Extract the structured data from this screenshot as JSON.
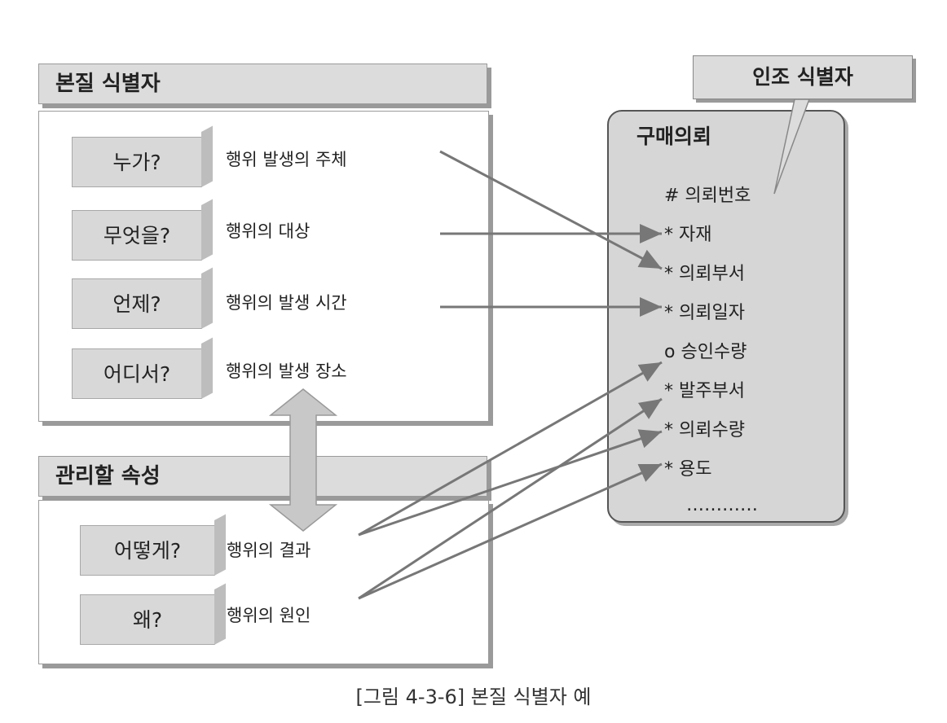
{
  "panels": {
    "essential": {
      "title": "본질 식별자"
    },
    "managed": {
      "title": "관리할 속성"
    }
  },
  "essential_rows": [
    {
      "question": "누가?",
      "desc": "행위 발생의 주체"
    },
    {
      "question": "무엇을?",
      "desc": "행위의 대상"
    },
    {
      "question": "언제?",
      "desc": "행위의 발생 시간"
    },
    {
      "question": "어디서?",
      "desc": "행위의 발생 장소"
    }
  ],
  "managed_rows": [
    {
      "question": "어떻게?",
      "desc": "행위의 결과"
    },
    {
      "question": "왜?",
      "desc": "행위의 원인"
    }
  ],
  "entity": {
    "title": "구매의뢰",
    "attributes": [
      "# 의뢰번호",
      "* 자재",
      "* 의뢰부서",
      "* 의뢰일자",
      "o 승인수량",
      "* 발주부서",
      "* 의뢰수량",
      "* 용도",
      "…………"
    ]
  },
  "callout": {
    "label": "인조 식별자"
  },
  "caption": "[그림 4-3-6] 본질 식별자 예",
  "colors": {
    "block": "#d8d8d8",
    "arrow": "#777777",
    "entity": "#d6d6d6"
  }
}
